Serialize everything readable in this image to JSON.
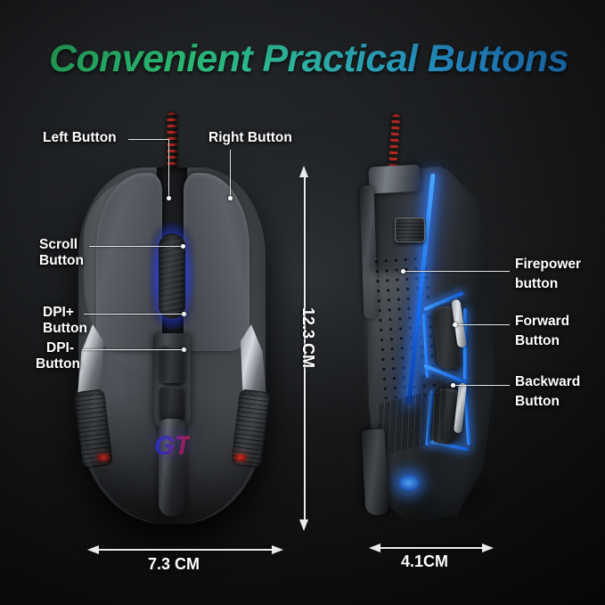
{
  "header": {
    "title": "Convenient Practical Buttons",
    "gradient_start": "#32e07e",
    "gradient_end": "#2196f3"
  },
  "background": {
    "color": "#1b1d1f",
    "texture": "leather-grain"
  },
  "product": {
    "top_view": {
      "logo": "GT",
      "logo_gradient_start": "#2b3fe8",
      "logo_gradient_end": "#e0202a",
      "body_color": "#4a4e53",
      "accent_led": "#2d7dff"
    },
    "side_view": {
      "body_color": "#2c2f33",
      "accent_led": "#1668e8"
    },
    "cable_colors": [
      "#b02820",
      "#181818"
    ]
  },
  "callouts": [
    {
      "id": "left-button",
      "label": "Left Button",
      "label_line2": ""
    },
    {
      "id": "right-button",
      "label": "Right Button",
      "label_line2": ""
    },
    {
      "id": "scroll-button",
      "label": "Scroll",
      "label_line2": "Button"
    },
    {
      "id": "dpi-plus-button",
      "label": "DPI+",
      "label_line2": "Button"
    },
    {
      "id": "dpi-minus-button",
      "label": "DPI-",
      "label_line2": "Button"
    },
    {
      "id": "firepower-button",
      "label": "Firepower",
      "label_line2": "button"
    },
    {
      "id": "forward-button",
      "label": "Forward",
      "label_line2": "Button"
    },
    {
      "id": "backward-button",
      "label": "Backward",
      "label_line2": "Button"
    }
  ],
  "dimensions": {
    "height": "12.3 CM",
    "top_width": "7.3 CM",
    "side_width": "4.1CM"
  }
}
